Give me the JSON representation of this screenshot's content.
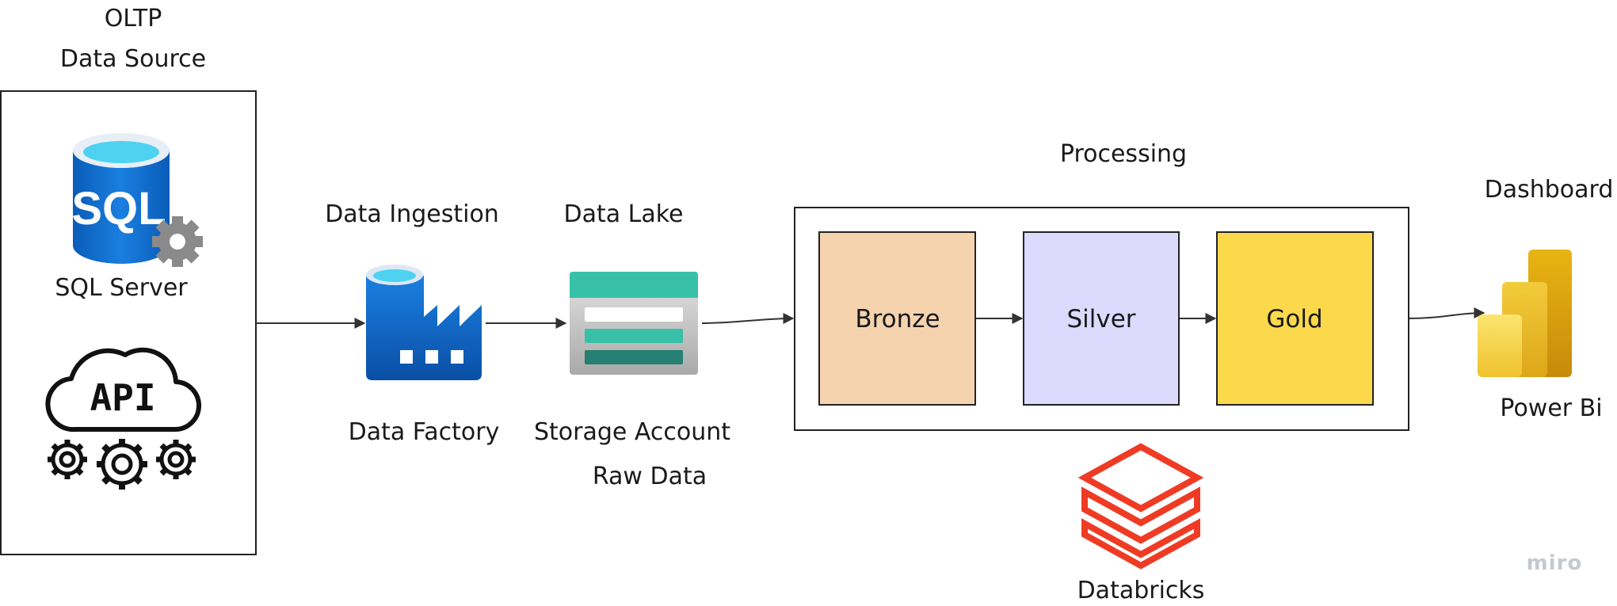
{
  "source": {
    "heading_line1": "OLTP",
    "heading_line2": "Data Source",
    "sql_label": "SQL Server",
    "sql_icon_text": "SQL",
    "api_icon_text": "API"
  },
  "ingestion": {
    "heading": "Data Ingestion",
    "label": "Data Factory"
  },
  "lake": {
    "heading": "Data Lake",
    "label_line1": "Storage Account",
    "label_line2": "Raw Data"
  },
  "processing": {
    "heading": "Processing",
    "stages": [
      "Bronze",
      "Silver",
      "Gold"
    ],
    "engine_label": "Databricks"
  },
  "dashboard": {
    "heading": "Dashboard",
    "label": "Power Bi"
  },
  "watermark": "miro",
  "colors": {
    "bronze": "#f6d3af",
    "silver": "#dcdbfe",
    "gold": "#fcd94b",
    "databricks": "#ef3b24",
    "azure_blue": "#0a6fd0",
    "storage_teal": "#38c0a9"
  }
}
